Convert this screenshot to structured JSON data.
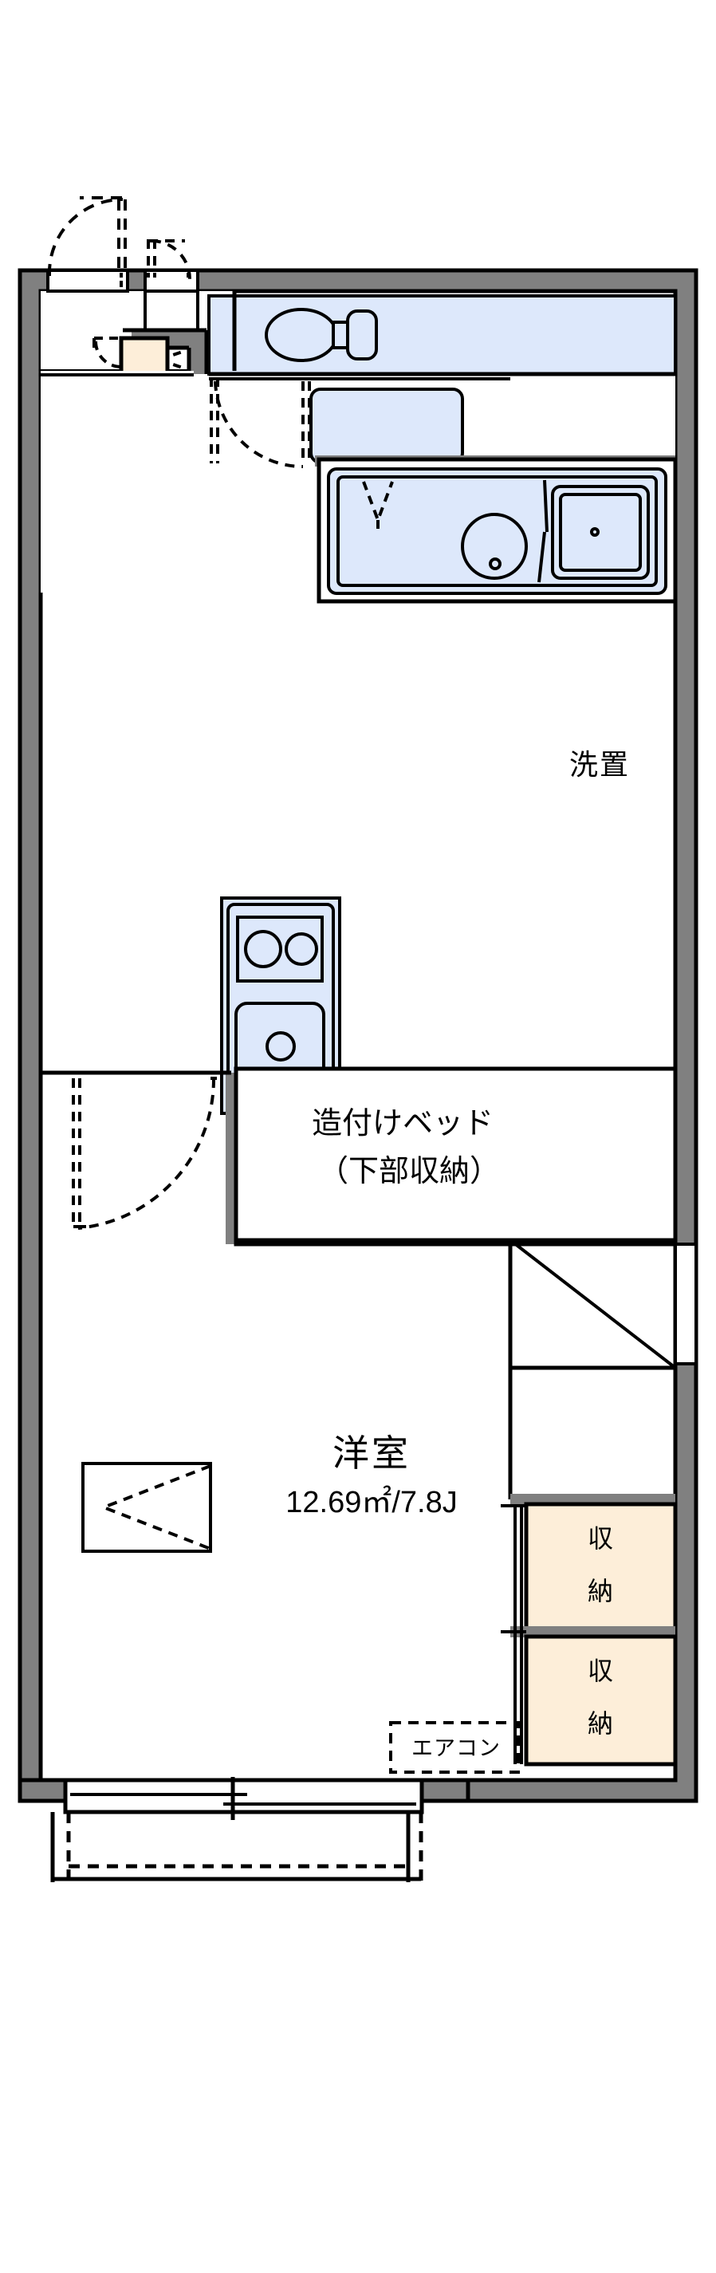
{
  "plan": {
    "title": "賃貸アパート間取り図",
    "type": "1K floor plan",
    "colors": {
      "wall_fill": "#808080",
      "wall_stroke": "#000000",
      "fixture_fill": "#dde8fb",
      "storage_fill": "#fdeed9",
      "line": "#000000",
      "background": "#ffffff"
    }
  },
  "rooms": {
    "main": {
      "name": "洋室",
      "area_line": "12.69㎡/7.8J",
      "area_sqm": "12.69",
      "area_jo": "7.8"
    },
    "bed": {
      "line1": "造付けベッド",
      "line2": "（下部収納）"
    },
    "washer": {
      "label": "洗置"
    },
    "storage_upper": {
      "line1": "収",
      "line2": "納"
    },
    "storage_lower": {
      "line1": "収",
      "line2": "納"
    },
    "aircon": {
      "label": "エアコン"
    }
  },
  "fixtures": [
    {
      "name": "toilet",
      "label": "",
      "kind": "toilet-fixture"
    },
    {
      "name": "washer-space",
      "label": "洗置",
      "kind": "washing-machine-space"
    },
    {
      "name": "unit-bath",
      "label": "",
      "kind": "bathtub-fixture"
    },
    {
      "name": "kitchen-sink",
      "label": "",
      "kind": "sink-fixture"
    },
    {
      "name": "gas-stove",
      "label": "",
      "kind": "stove-fixture"
    },
    {
      "name": "shoe-box",
      "label": "",
      "kind": "shoe-cabinet"
    },
    {
      "name": "balcony",
      "label": "",
      "kind": "balcony"
    }
  ],
  "openings": [
    {
      "name": "entrance-door",
      "kind": "swing-door"
    },
    {
      "name": "toilet-door",
      "kind": "swing-door"
    },
    {
      "name": "bath-door",
      "kind": "folding-door"
    },
    {
      "name": "room-door",
      "kind": "swing-door"
    },
    {
      "name": "closet-door",
      "kind": "swing-door"
    },
    {
      "name": "balcony-window",
      "kind": "sliding-window"
    },
    {
      "name": "side-window",
      "kind": "window"
    },
    {
      "name": "storage-doors",
      "kind": "sliding-door"
    }
  ]
}
